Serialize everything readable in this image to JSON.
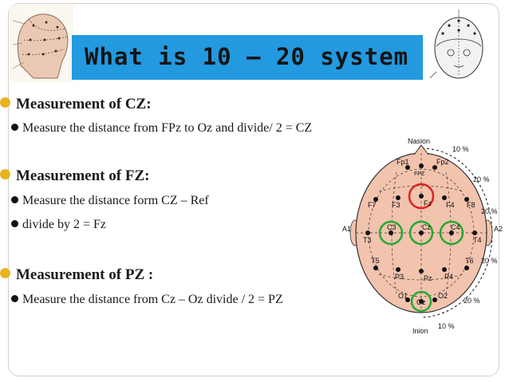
{
  "slide": {
    "title": "What is 10 – 20 system",
    "sections": [
      {
        "heading": "Measurement of CZ:",
        "items": [
          "Measure the distance from FPz to Oz and divide/ 2 = CZ"
        ]
      },
      {
        "heading": "Measurement of FZ:",
        "items": [
          "Measure the distance form CZ – Ref",
          "divide by 2 = Fz"
        ]
      },
      {
        "heading": "Measurement of PZ :",
        "items": [
          "Measure the distance from Cz – Oz divide / 2 = PZ"
        ]
      }
    ]
  },
  "diagram": {
    "nasion": "Nasion",
    "inion": "Inion",
    "percent_top": "10 %",
    "percent_bottom": "10 %",
    "percent_right_top": "20 %",
    "percent_right_mid": "20 %",
    "percent_right_low": "20 %",
    "percent_right_bottom": "20 %",
    "electrodes": {
      "fp1": "Fp1",
      "fp2": "Fp2",
      "fpz": "FPZ",
      "f7": "F7",
      "f3": "F3",
      "fz": "Fz",
      "f4": "F4",
      "f8": "F8",
      "a1": "A1",
      "t3": "T3",
      "c3": "C3",
      "cz": "Cz",
      "c4": "C4",
      "t4": "T4",
      "a2": "A2",
      "t5": "T5",
      "p3": "P3",
      "pz": "Pz",
      "p4": "P4",
      "t6": "T6",
      "o1": "O1",
      "oz": "Oz",
      "o2": "O2"
    }
  },
  "colors": {
    "title_bar": "#2399df",
    "bullet_dot": "#e7b41d",
    "head_fill": "#f2c3ad",
    "highlight_red": "#dd2222",
    "highlight_green": "#22aa33"
  }
}
